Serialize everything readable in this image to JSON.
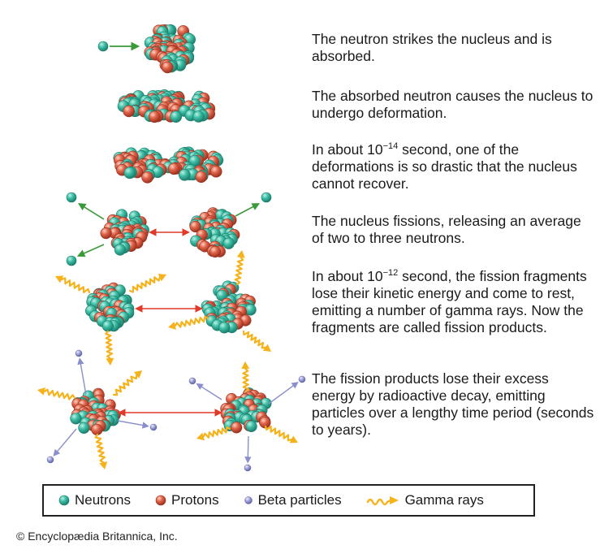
{
  "steps": [
    {
      "text": "The neutron strikes the nucleus and is absorbed."
    },
    {
      "text": "The absorbed neutron causes the nucleus to undergo deformation."
    },
    {
      "pre": "In about 10",
      "exp": "−14",
      "post": " second, one of the deformations is so drastic that the nucleus cannot recover."
    },
    {
      "text": "The nucleus fissions, releasing an average of two to three neutrons."
    },
    {
      "pre": "In about 10",
      "exp": "−12",
      "post": " second, the fission fragments lose their kinetic energy and come to rest, emitting a number of gamma rays. Now the fragments are called fission products."
    },
    {
      "text": "The fission products lose their excess energy by radioactive decay, emitting particles over a lengthy time period (seconds to years)."
    }
  ],
  "legend": {
    "neutrons": "Neutrons",
    "protons": "Protons",
    "beta": "Beta particles",
    "gamma": "Gamma rays"
  },
  "copyright": "© Encyclopædia Britannica, Inc.",
  "colors": {
    "neutron": "#3dbfa6",
    "proton": "#e0644a",
    "beta": "#9b9fd4",
    "gamma": "#f5b21b",
    "arrow_red": "#e03a2a",
    "arrow_green": "#3a9a3a",
    "arrow_purple": "#8a8fcc"
  }
}
